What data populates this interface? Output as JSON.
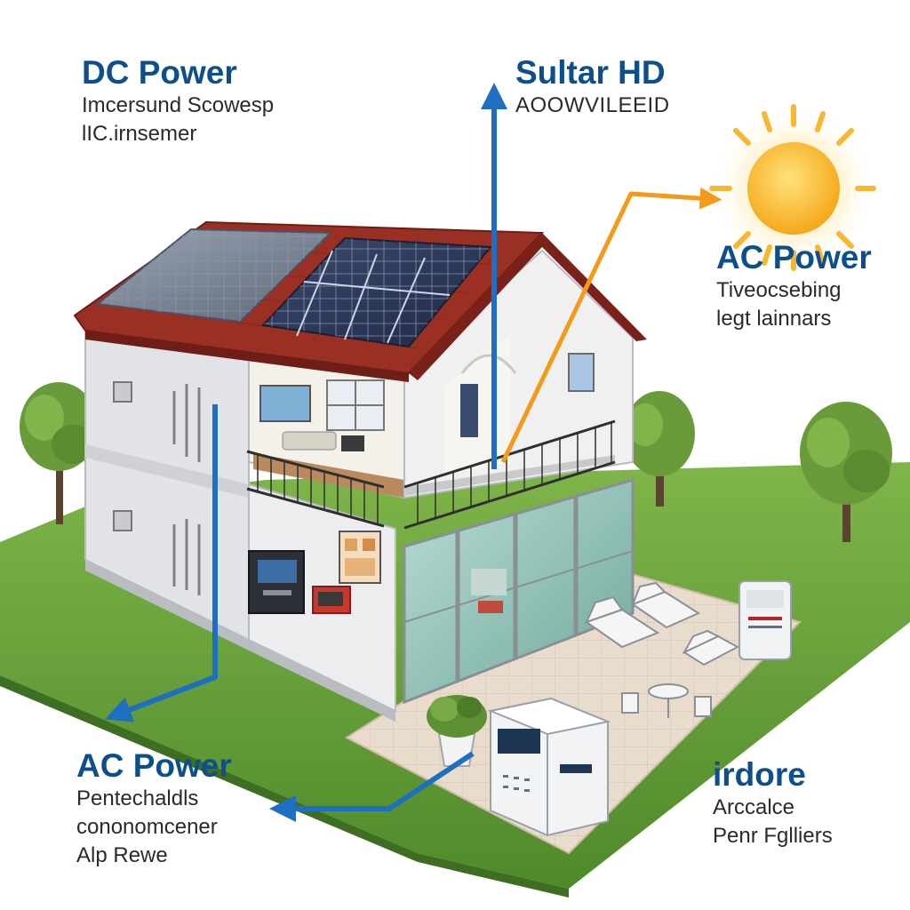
{
  "labels": {
    "dc_power": {
      "title": "DC Power",
      "lines": [
        "Imcersund Scowesp",
        "lIC.irnsemer"
      ]
    },
    "solar_hd": {
      "title": "Sultar HD",
      "lines": [
        "AOOWVILEEID"
      ]
    },
    "ac_power_top": {
      "title": "AC Power",
      "lines": [
        "Tiveocsebing",
        "legt lainnars"
      ]
    },
    "ac_power_bottom": {
      "title": "AC Power",
      "lines": [
        "Pentechaldls",
        "cononomcener",
        "Alp Rewe"
      ]
    },
    "storage": {
      "title": "irdore",
      "lines": [
        "Arccalce",
        "Penr Fglliers"
      ]
    }
  },
  "colors": {
    "title_blue": "#0d4f8b",
    "arrow_blue": "#1f6fc0",
    "arrow_orange": "#f29a1a",
    "sun": "#f6b41f",
    "roof": "#8f2a20",
    "grass": "#5e9a34",
    "wall": "#e9eaec",
    "patio": "#e9ddcf"
  },
  "icons": [
    "sun-icon",
    "solar-panel-icon",
    "inverter-icon",
    "battery-unit-icon",
    "tree-icon",
    "lounge-chair-icon",
    "potted-plant-icon"
  ]
}
